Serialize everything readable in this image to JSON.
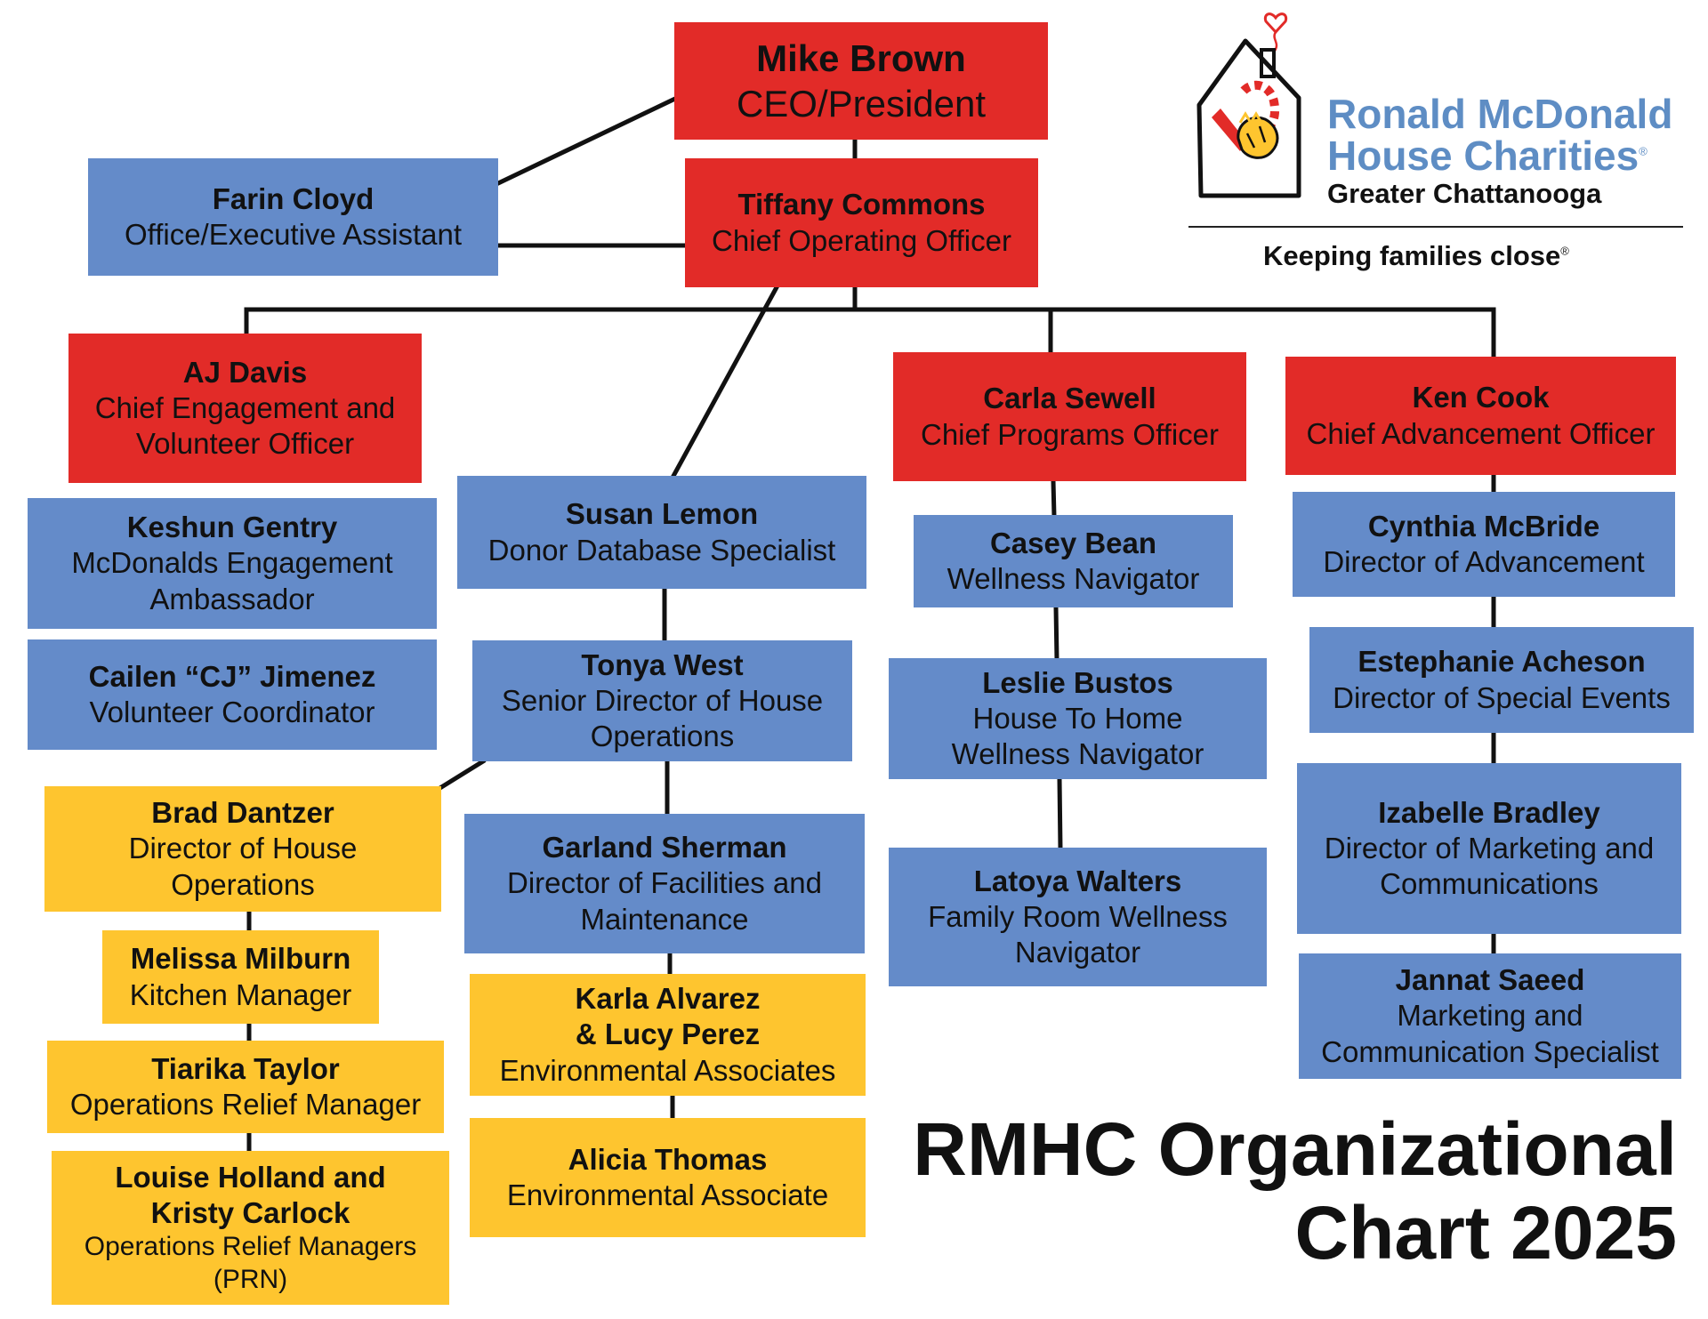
{
  "boxes": {
    "mike": {
      "name": "Mike Brown",
      "title": "CEO/President"
    },
    "farin": {
      "name": "Farin Cloyd",
      "title": "Office/Executive Assistant"
    },
    "tiffany": {
      "name": "Tiffany Commons",
      "title": "Chief Operating Officer"
    },
    "aj": {
      "name": "AJ Davis",
      "title": "Chief Engagement and\nVolunteer Officer"
    },
    "keshun": {
      "name": "Keshun Gentry",
      "title": "McDonalds Engagement\nAmbassador"
    },
    "cailen": {
      "name": "Cailen “CJ” Jimenez",
      "title": "Volunteer Coordinator"
    },
    "brad": {
      "name": "Brad Dantzer",
      "title": "Director of House\nOperations"
    },
    "melissa": {
      "name": "Melissa Milburn",
      "title": "Kitchen Manager"
    },
    "tiarika": {
      "name": "Tiarika Taylor",
      "title": "Operations Relief Manager"
    },
    "louise": {
      "name": "Louise Holland and\nKristy Carlock",
      "title": "Operations Relief Managers\n(PRN)"
    },
    "susan": {
      "name": "Susan Lemon",
      "title": "Donor Database Specialist"
    },
    "tonya": {
      "name": "Tonya West",
      "title": "Senior Director of House\nOperations"
    },
    "garland": {
      "name": "Garland Sherman",
      "title": "Director of Facilities and\nMaintenance"
    },
    "karla": {
      "name": "Karla Alvarez\n& Lucy Perez",
      "title": "Environmental Associates"
    },
    "alicia": {
      "name": "Alicia Thomas",
      "title": "Environmental Associate"
    },
    "carla": {
      "name": "Carla Sewell",
      "title": "Chief Programs Officer"
    },
    "casey": {
      "name": "Casey Bean",
      "title": "Wellness Navigator"
    },
    "leslie": {
      "name": "Leslie Bustos",
      "title": "House To Home\nWellness Navigator"
    },
    "latoya": {
      "name": "Latoya Walters",
      "title": "Family Room Wellness\nNavigator"
    },
    "ken": {
      "name": "Ken Cook",
      "title": "Chief Advancement Officer"
    },
    "cynthia": {
      "name": "Cynthia McBride",
      "title": "Director of Advancement"
    },
    "estephanie": {
      "name": "Estephanie Acheson",
      "title": "Director of Special Events"
    },
    "izabelle": {
      "name": "Izabelle Bradley",
      "title": "Director of Marketing and\nCommunications"
    },
    "jannat": {
      "name": "Jannat Saeed",
      "title": "Marketing and\nCommunication Specialist"
    }
  },
  "chart_title": "RMHC Organizational\nChart 2025",
  "logo": {
    "line1": "Ronald McDonald",
    "line2": "House Charities",
    "line3": "Greater Chattanooga",
    "tagline": "Keeping families close"
  },
  "colors": {
    "executive": "#e22b28",
    "staff": "#648bc9",
    "operations": "#fec52f",
    "logo_blue": "#5e8dc4"
  }
}
